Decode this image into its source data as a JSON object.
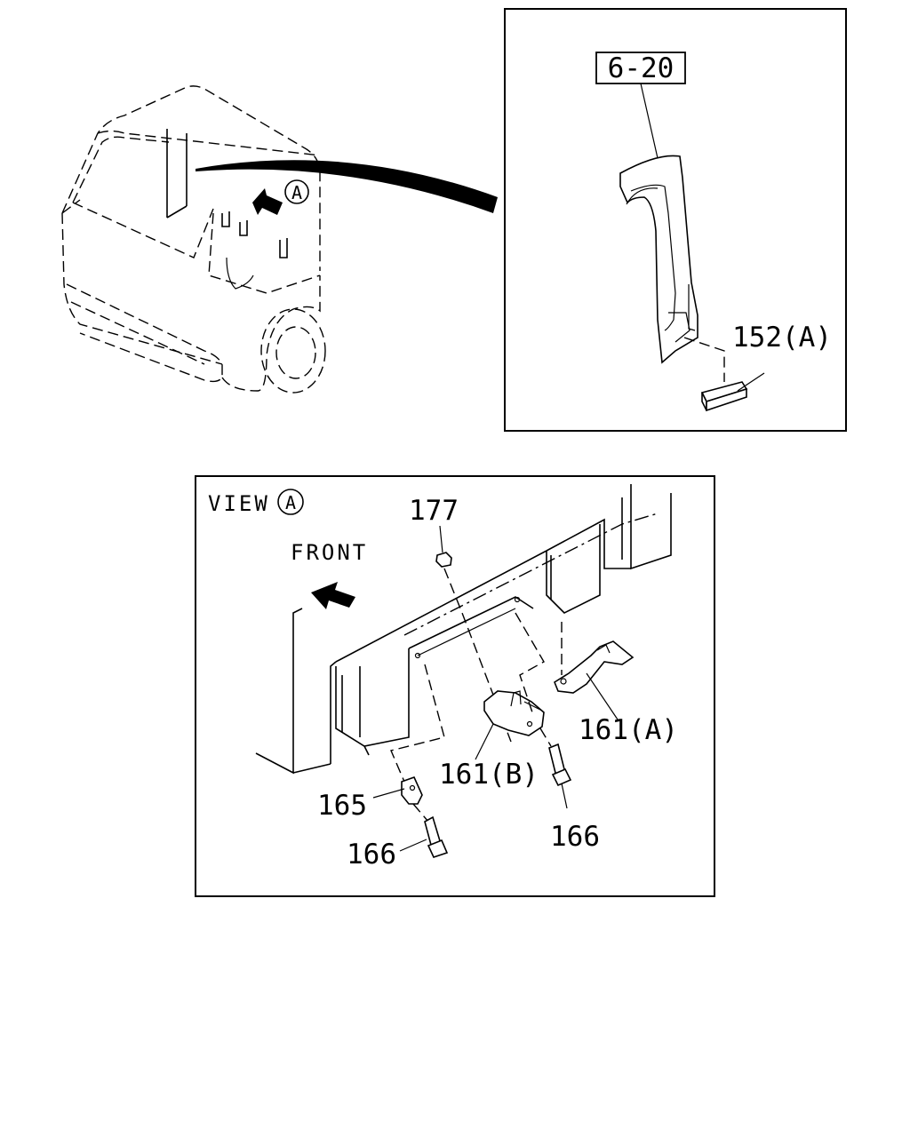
{
  "inset": {
    "ref_box_label": "6-20",
    "callout_152a": "152(A)"
  },
  "overview": {
    "view_marker": "A"
  },
  "view_a": {
    "title": "VIEW",
    "title_marker": "A",
    "front_label": "FRONT",
    "callouts": {
      "c177": "177",
      "c161a": "161(A)",
      "c161b": "161(B)",
      "c165": "165",
      "c166_left": "166",
      "c166_right": "166"
    }
  }
}
